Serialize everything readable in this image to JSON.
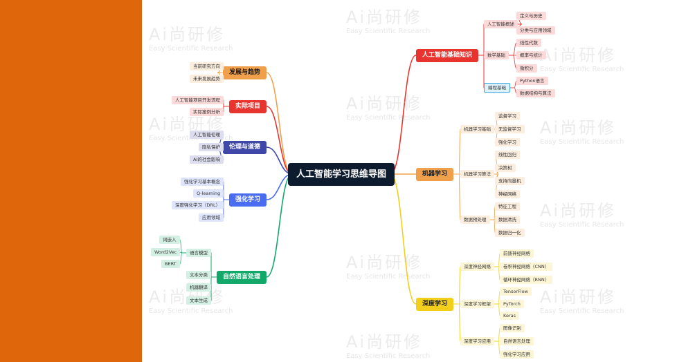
{
  "center": {
    "label": "人工智能学习思维导图"
  },
  "watermark": {
    "cn": "Ai尚研修",
    "en": "Easy Scientific Research"
  },
  "colors": {
    "panel": "#e0660b",
    "center": "#0c1b2e"
  },
  "branches": [
    {
      "key": "basics",
      "label": "人工智能基础知识",
      "side": "right",
      "color": "#e8342e",
      "fill": "#e8342e",
      "text": "#ffffff",
      "subs": [
        {
          "label": "人工智能概述",
          "leaves": [
            "定义与历史",
            "分类与应用领域"
          ]
        },
        {
          "label": "数学基础",
          "leaves": [
            "线性代数",
            "概率与统计",
            "微积分"
          ]
        },
        {
          "label": "编程基础",
          "highlight": true,
          "leaves": [
            "Python语言",
            "数据结构与算法"
          ]
        }
      ]
    },
    {
      "key": "ml",
      "label": "机器学习",
      "side": "right",
      "color": "#f0a04b",
      "fill": "#f0a04b",
      "text": "#1a1a1a",
      "subs": [
        {
          "label": "机器学习基础",
          "leaves": [
            "监督学习",
            "无监督学习",
            "强化学习"
          ]
        },
        {
          "label": "机器学习算法",
          "leaves": [
            "线性回归",
            "决策树",
            "支持向量机",
            "神经网络"
          ]
        },
        {
          "label": "数据预处理",
          "leaves": [
            "特征工程",
            "数据清洗",
            "数据归一化"
          ]
        }
      ]
    },
    {
      "key": "dl",
      "label": "深度学习",
      "side": "right",
      "color": "#f2cf1d",
      "fill": "#f2cf1d",
      "text": "#1a1a1a",
      "subs": [
        {
          "label": "深度神经网络",
          "leaves": [
            "前馈神经网络",
            "卷积神经网络（CNN）",
            "循环神经网络（RNN）"
          ]
        },
        {
          "label": "深度学习框架",
          "leaves": [
            "TensorFlow",
            "PyTorch",
            "Keras"
          ]
        },
        {
          "label": "深度学习应用",
          "leaves": [
            "图像识别",
            "自然语言处理",
            "强化学习应用"
          ]
        }
      ]
    },
    {
      "key": "trend",
      "label": "发展与趋势",
      "side": "left",
      "color": "#f0a04b",
      "fill": "#f0a04b",
      "text": "#1a1a1a",
      "subs": [
        {
          "label": "当前研究方向",
          "leaves": []
        },
        {
          "label": "未来发展趋势",
          "leaves": []
        }
      ]
    },
    {
      "key": "project",
      "label": "实际项目",
      "side": "left",
      "color": "#e8342e",
      "fill": "#e8342e",
      "text": "#ffffff",
      "subs": [
        {
          "label": "人工智能项目开发流程",
          "leaves": []
        },
        {
          "label": "实际案例分析",
          "leaves": []
        }
      ]
    },
    {
      "key": "ethics",
      "label": "伦理与道德",
      "side": "left",
      "color": "#3f47a8",
      "fill": "#3f47a8",
      "text": "#ffffff",
      "subs": [
        {
          "label": "人工智能伦理",
          "leaves": []
        },
        {
          "label": "隐私保护",
          "leaves": []
        },
        {
          "label": "AI的社会影响",
          "leaves": []
        }
      ]
    },
    {
      "key": "rl",
      "label": "强化学习",
      "side": "left",
      "color": "#4a6cf0",
      "fill": "#4a6cf0",
      "text": "#ffffff",
      "subs": [
        {
          "label": "强化学习基本概念",
          "leaves": []
        },
        {
          "label": "Q-learning",
          "leaves": []
        },
        {
          "label": "深度强化学习（DRL）",
          "leaves": []
        },
        {
          "label": "应用领域",
          "leaves": []
        }
      ]
    },
    {
      "key": "nlp",
      "label": "自然语言处理",
      "side": "left",
      "color": "#12a86a",
      "fill": "#12a86a",
      "text": "#ffffff",
      "subs": [
        {
          "label": "语言模型",
          "leaves": [
            "词嵌入",
            "Word2Vec",
            "BERT"
          ]
        },
        {
          "label": "文本分类",
          "leaves": []
        },
        {
          "label": "机器翻译",
          "leaves": []
        },
        {
          "label": "文本生成",
          "leaves": []
        }
      ]
    }
  ]
}
